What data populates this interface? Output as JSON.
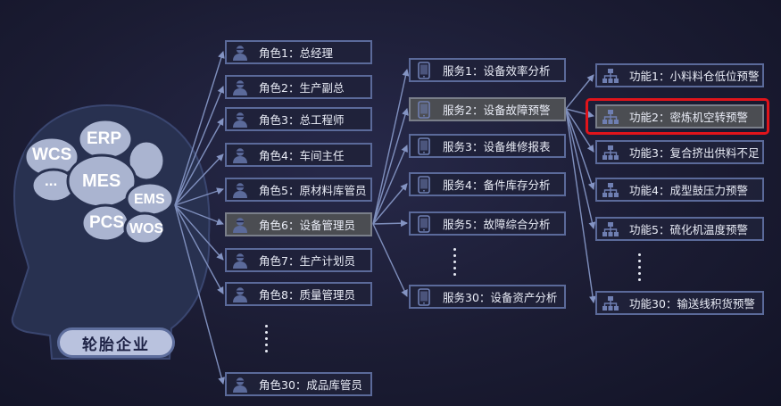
{
  "company": "轮胎企业",
  "brain_systems": [
    "WCS",
    "ERP",
    "MES",
    "...",
    "EMS",
    "PCS",
    "WOS"
  ],
  "roles": [
    "角色1：总经理",
    "角色2：生产副总",
    "角色3：总工程师",
    "角色4：车间主任",
    "角色5：原材料库管员",
    "角色6：设备管理员",
    "角色7：生产计划员",
    "角色8：质量管理员",
    "角色30：成品库管员"
  ],
  "services": [
    "服务1：设备效率分析",
    "服务2：设备故障预警",
    "服务3：设备维修报表",
    "服务4：备件库存分析",
    "服务5：故障综合分析",
    "服务30：设备资产分析"
  ],
  "functions": [
    "功能1：小料料仓低位预警",
    "功能2：密炼机空转预警",
    "功能3：复合挤出供料不足",
    "功能4：成型鼓压力预警",
    "功能5：硫化机温度预警",
    "功能30：输送线积货预警"
  ],
  "highlight": {
    "role_index": 5,
    "service_index": 1,
    "function_index": 1,
    "accent": "#e0141b"
  },
  "colors": {
    "box_border": "#5b6a9a",
    "head": "#2c3452",
    "lobe": "#a9b3cf",
    "line": "#7f8fbd"
  }
}
